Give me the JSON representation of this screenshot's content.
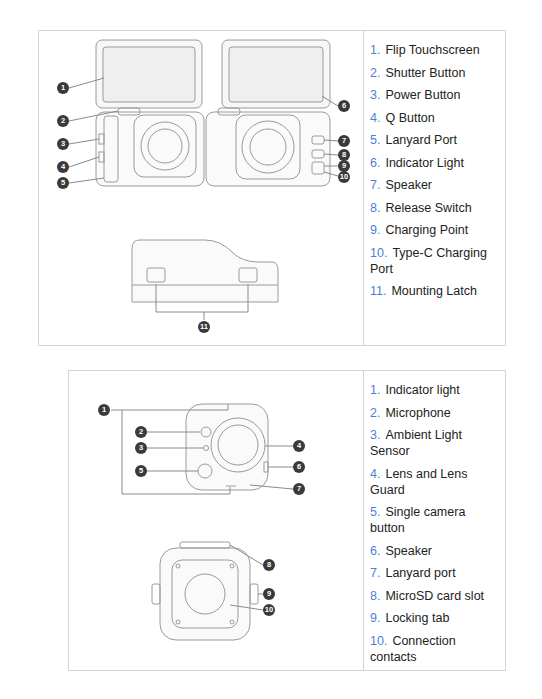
{
  "diagram": {
    "labels": [
      "1.",
      "Flip Touchscreen",
      "2.",
      "Shutter Button",
      "3.",
      "Power Button",
      "4.",
      "Q Button",
      "5.",
      "Lanyard Port",
      "6.",
      "Indicator Light",
      "7.",
      "Speaker",
      "8.",
      "Release Switch",
      "9.",
      "Charging Point",
      "10.",
      "Type-C Charging Port",
      "11.",
      "Mounting Latch",
      "1",
      "2",
      "3",
      "4",
      "5",
      "6",
      "7",
      "8",
      "9",
      "10",
      "11",
      "1.",
      "Indicator light",
      "2.",
      "Microphone",
      "3.",
      "Ambient Light Sensor",
      "4.",
      "Lens and Lens Guard",
      "5.",
      "Single camera button",
      "6.",
      "Speaker",
      "7.",
      "Lanyard port",
      "8.",
      "MicroSD card slot",
      "9.",
      "Locking tab",
      "10.",
      "Connection contacts",
      "1",
      "2",
      "3",
      "4",
      "5",
      "6",
      "7",
      "8",
      "9",
      "10"
    ]
  }
}
